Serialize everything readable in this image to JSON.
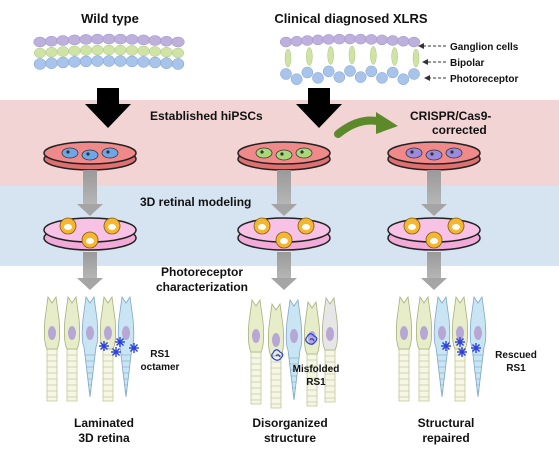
{
  "top": {
    "wild_type": "Wild type",
    "xlrs": "Clinical diagnosed XLRS"
  },
  "layers": {
    "ganglion": "Ganglion cells",
    "bipolar": "Bipolar",
    "photoreceptor": "Photoreceptor"
  },
  "bands": {
    "hipsc": "Established hiPSCs",
    "modeling": "3D retinal modeling",
    "characterization_line1": "Photoreceptor",
    "characterization_line2": "characterization"
  },
  "crispr": {
    "line1": "CRISPR/Cas9-",
    "line2": "corrected"
  },
  "annotations": {
    "octamer_line1": "RS1",
    "octamer_line2": "octamer",
    "misfolded_line1": "Misfolded",
    "misfolded_line2": "RS1",
    "rescued_line1": "Rescued",
    "rescued_line2": "RS1"
  },
  "outcomes": {
    "laminated_line1": "Laminated",
    "laminated_line2": "3D retina",
    "disorganized_line1": "Disorganized",
    "disorganized_line2": "structure",
    "repaired_line1": "Structural",
    "repaired_line2": "repaired"
  },
  "colors": {
    "pink_band": "#f2d4d4",
    "blue_band": "#d6e4f2",
    "ganglion": "#bdb0dc",
    "bipolar": "#cfe3a6",
    "photoreceptor": "#a9c4ea",
    "dish_fill": "#f08a8a",
    "organoid_dish": "#f7c2e6",
    "organoid": "#f5b731",
    "cell_green": "#e8edc9",
    "cell_blue": "#c9e4f2",
    "nucleus": "#b7a7d4",
    "rs1": "#2a3fe0",
    "arrow_green": "#5c8a2a"
  }
}
